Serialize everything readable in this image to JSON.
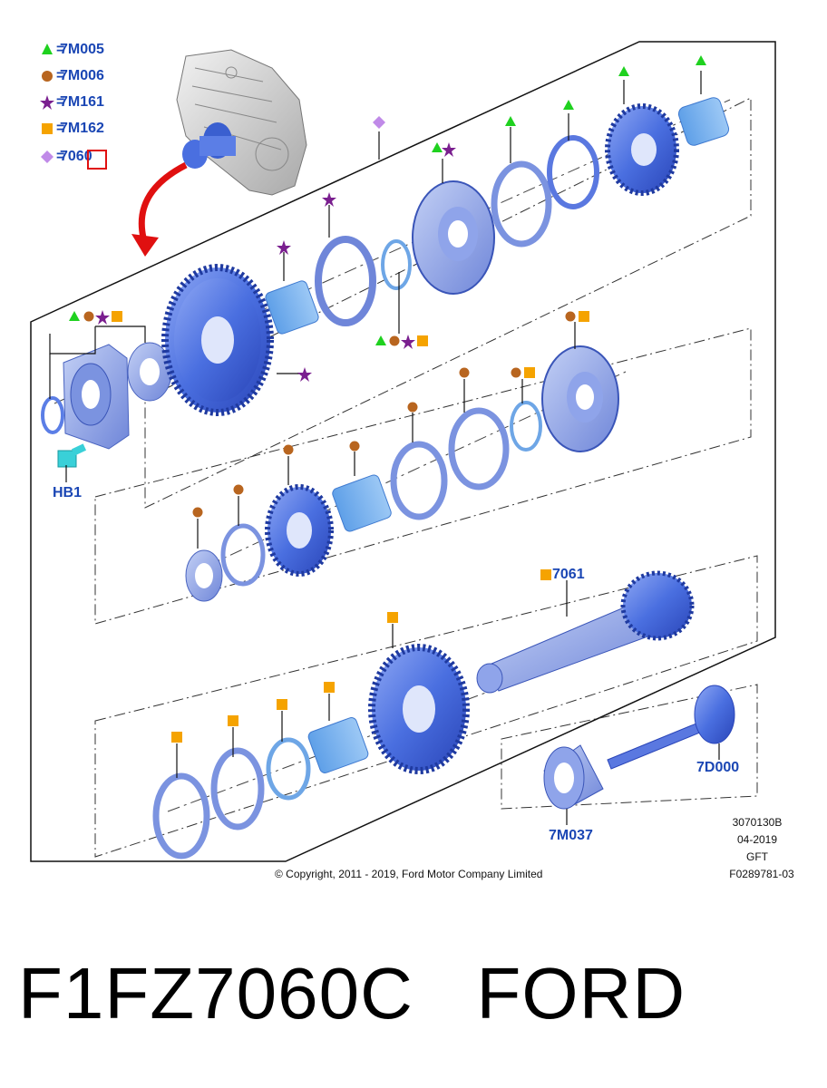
{
  "legend": [
    {
      "symbol": "green-triangle",
      "label": "7M005"
    },
    {
      "symbol": "brown-circle",
      "label": "7M006"
    },
    {
      "symbol": "purple-star",
      "label": "7M161"
    },
    {
      "symbol": "orange-square",
      "label": "7M162"
    },
    {
      "symbol": "violet-diamond",
      "label": "7060"
    }
  ],
  "callouts": {
    "hb1": "HB1",
    "p7061": "7061",
    "p7d000": "7D000",
    "p7m037": "7M037"
  },
  "meta": {
    "code": "3070130B",
    "date": "04-2019",
    "gft": "GFT",
    "fig": "F0289781-03"
  },
  "copyright": "© Copyright, 2011 - 2019, Ford Motor Company Limited",
  "caption": "F1FZ7060C   FORD",
  "colors": {
    "part_blue": "#4a6fe0",
    "part_dark": "#2a45b8",
    "label_blue": "#1a46b4",
    "green": "#1fd11f",
    "brown": "#b8651f",
    "purple": "#7a1f8f",
    "orange": "#f5a300",
    "violet": "#c08ae8",
    "red_arrow": "#e01010"
  }
}
